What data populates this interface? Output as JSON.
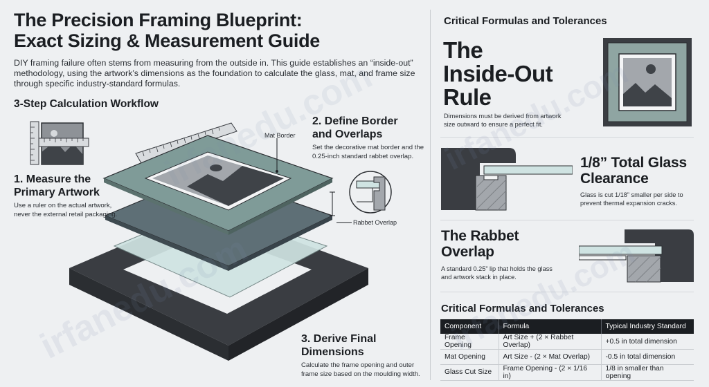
{
  "main_title_line1": "The Precision Framing Blueprint:",
  "main_title_line2": "Exact Sizing & Measurement Guide",
  "intro_text": "DIY framing failure often stems from measuring from the outside in. This guide establishes an “inside-out” methodology, using the artwork’s dimensions as the foundation to calculate the glass, mat, and frame size through specific industry-standard formulas.",
  "workflow_heading": "3-Step Calculation Workflow",
  "step1": {
    "title_line1": "1. Measure the",
    "title_line2": "Primary Artwork",
    "desc_line1": "Use a ruler on the actual artwork,",
    "desc_line2": "never the external retail packaging."
  },
  "step2": {
    "title_line1": "2. Define Border",
    "title_line2": "and Overlaps",
    "desc_line1": "Set the decorative mat border and the",
    "desc_line2": "0.25-inch standard rabbet overlap."
  },
  "step3": {
    "title_line1": "3. Derive Final",
    "title_line2": "Dimensions",
    "desc_line1": "Calculate the frame opening and outer",
    "desc_line2": "frame size based on the moulding width."
  },
  "labels": {
    "mat_border": "Mat Border",
    "rabbet_overlap": "Rabbet Overlap"
  },
  "right": {
    "heading": "Critical Formulas and Tolerances",
    "rule_line1": "The",
    "rule_line2": "Inside-Out",
    "rule_line3": "Rule",
    "rule_desc_line1": "Dimensions must be derived from artwork",
    "rule_desc_line2": "size outward to ensure a perfect fit.",
    "glass_title_line1": "1/8” Total Glass",
    "glass_title_line2": "Clearance",
    "glass_desc_line1": "Glass is cut 1/18” smaller per side to",
    "glass_desc_line2": "prevent thermal expansion cracks.",
    "rabbet_title_line1": "The Rabbet",
    "rabbet_title_line2": "Overlap",
    "rabbet_desc_line1": "A standard 0.25” lip that holds the glass",
    "rabbet_desc_line2": "and artwork stack in place.",
    "table_heading": "Critical Formulas and Tolerances"
  },
  "table": {
    "headers": [
      "Component",
      "Formula",
      "Typical Industry Standard"
    ],
    "rows": [
      [
        "Frame Opening",
        "Art Size + (2 × Rabbet Overlap)",
        "+0.5 in total dimension"
      ],
      [
        "Mat Opening",
        "Art Size - (2 × Mat Overlap)",
        "-0.5 in total dimension"
      ],
      [
        "Glass Cut Size",
        "Frame Opening - (2 × 1/16 in)",
        "1/8 in smaller than opening"
      ]
    ]
  },
  "watermark": "irfanedu.com",
  "colors": {
    "background": "#eef0f2",
    "ink": "#1b1e22",
    "mat_teal": "#7f9b98",
    "frame_dark": "#3a3d42",
    "glass": "#cfe3e2"
  }
}
